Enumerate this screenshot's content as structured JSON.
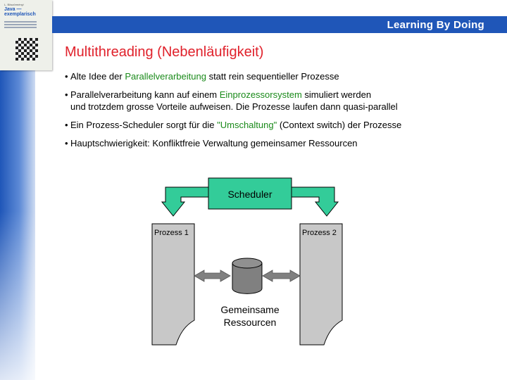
{
  "book": {
    "small_text": "L. Böszörményi",
    "title_line1": "Java —",
    "title_line2": "exemplarisch"
  },
  "header": {
    "brand": "Learning By Doing"
  },
  "slide": {
    "title": "Multithreading (Nebenläufigkeit)",
    "bullets": [
      {
        "pre": "Alte Idee der ",
        "highlight": "Parallelverarbeitung",
        "post": " statt rein sequentieller Prozesse"
      },
      {
        "pre": "Parallelverarbeitung kann auf einem ",
        "highlight": "Einprozessorsystem",
        "post": " simuliert werden",
        "line2": "und trotzdem grosse Vorteile aufweisen. Die Prozesse laufen dann quasi-parallel"
      },
      {
        "pre": "Ein Prozess-Scheduler sorgt für die ",
        "highlight": "\"Umschaltung\"",
        "post": " (Context switch) der Prozesse"
      },
      {
        "pre": "Hauptschwierigkeit: Konfliktfreie Verwaltung gemeinsamer Ressourcen",
        "highlight": "",
        "post": ""
      }
    ],
    "bullet_symbol": "•",
    "highlight_color": "#1a8a1a",
    "title_color": "#e0212b"
  },
  "diagram": {
    "scheduler_label": "Scheduler",
    "process1_label": "Prozess 1",
    "process2_label": "Prozess 2",
    "resource_line1": "Gemeinsame",
    "resource_line2": "Ressourcen",
    "scheduler_color": "#33cc99",
    "process_color": "#c8c8c8",
    "arrow_color": "#808080"
  }
}
